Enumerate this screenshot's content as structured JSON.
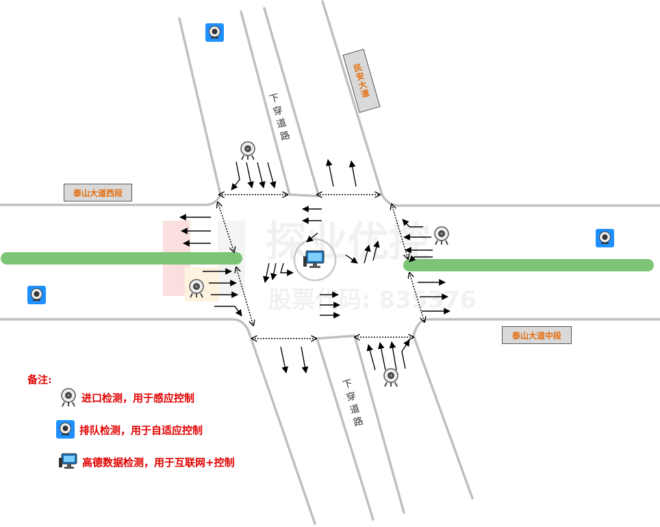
{
  "road_labels": {
    "north_road": "民安大道",
    "west_road": "泰山大道西段",
    "east_road": "泰山大道中段",
    "underpass_north": "下穿道路",
    "underpass_south": "下穿道路"
  },
  "legend": {
    "title": "备注:",
    "items": [
      {
        "icon": "entry-detector-camera-icon",
        "label": "进口检测，用于感应控制"
      },
      {
        "icon": "queue-detector-camera-icon",
        "label": "排队检测，用于自适应控制"
      },
      {
        "icon": "amap-data-computer-icon",
        "label": "高德数据检测，用于互联网+控制"
      }
    ]
  },
  "watermark": {
    "name": "探业优控",
    "code": "股票代码: 835376"
  },
  "colors": {
    "road_line": "#bfbfbf",
    "median": "#7cc576",
    "label_text": "#e46c0a",
    "legend_text": "#e00000",
    "crosswalk": "#000000"
  }
}
